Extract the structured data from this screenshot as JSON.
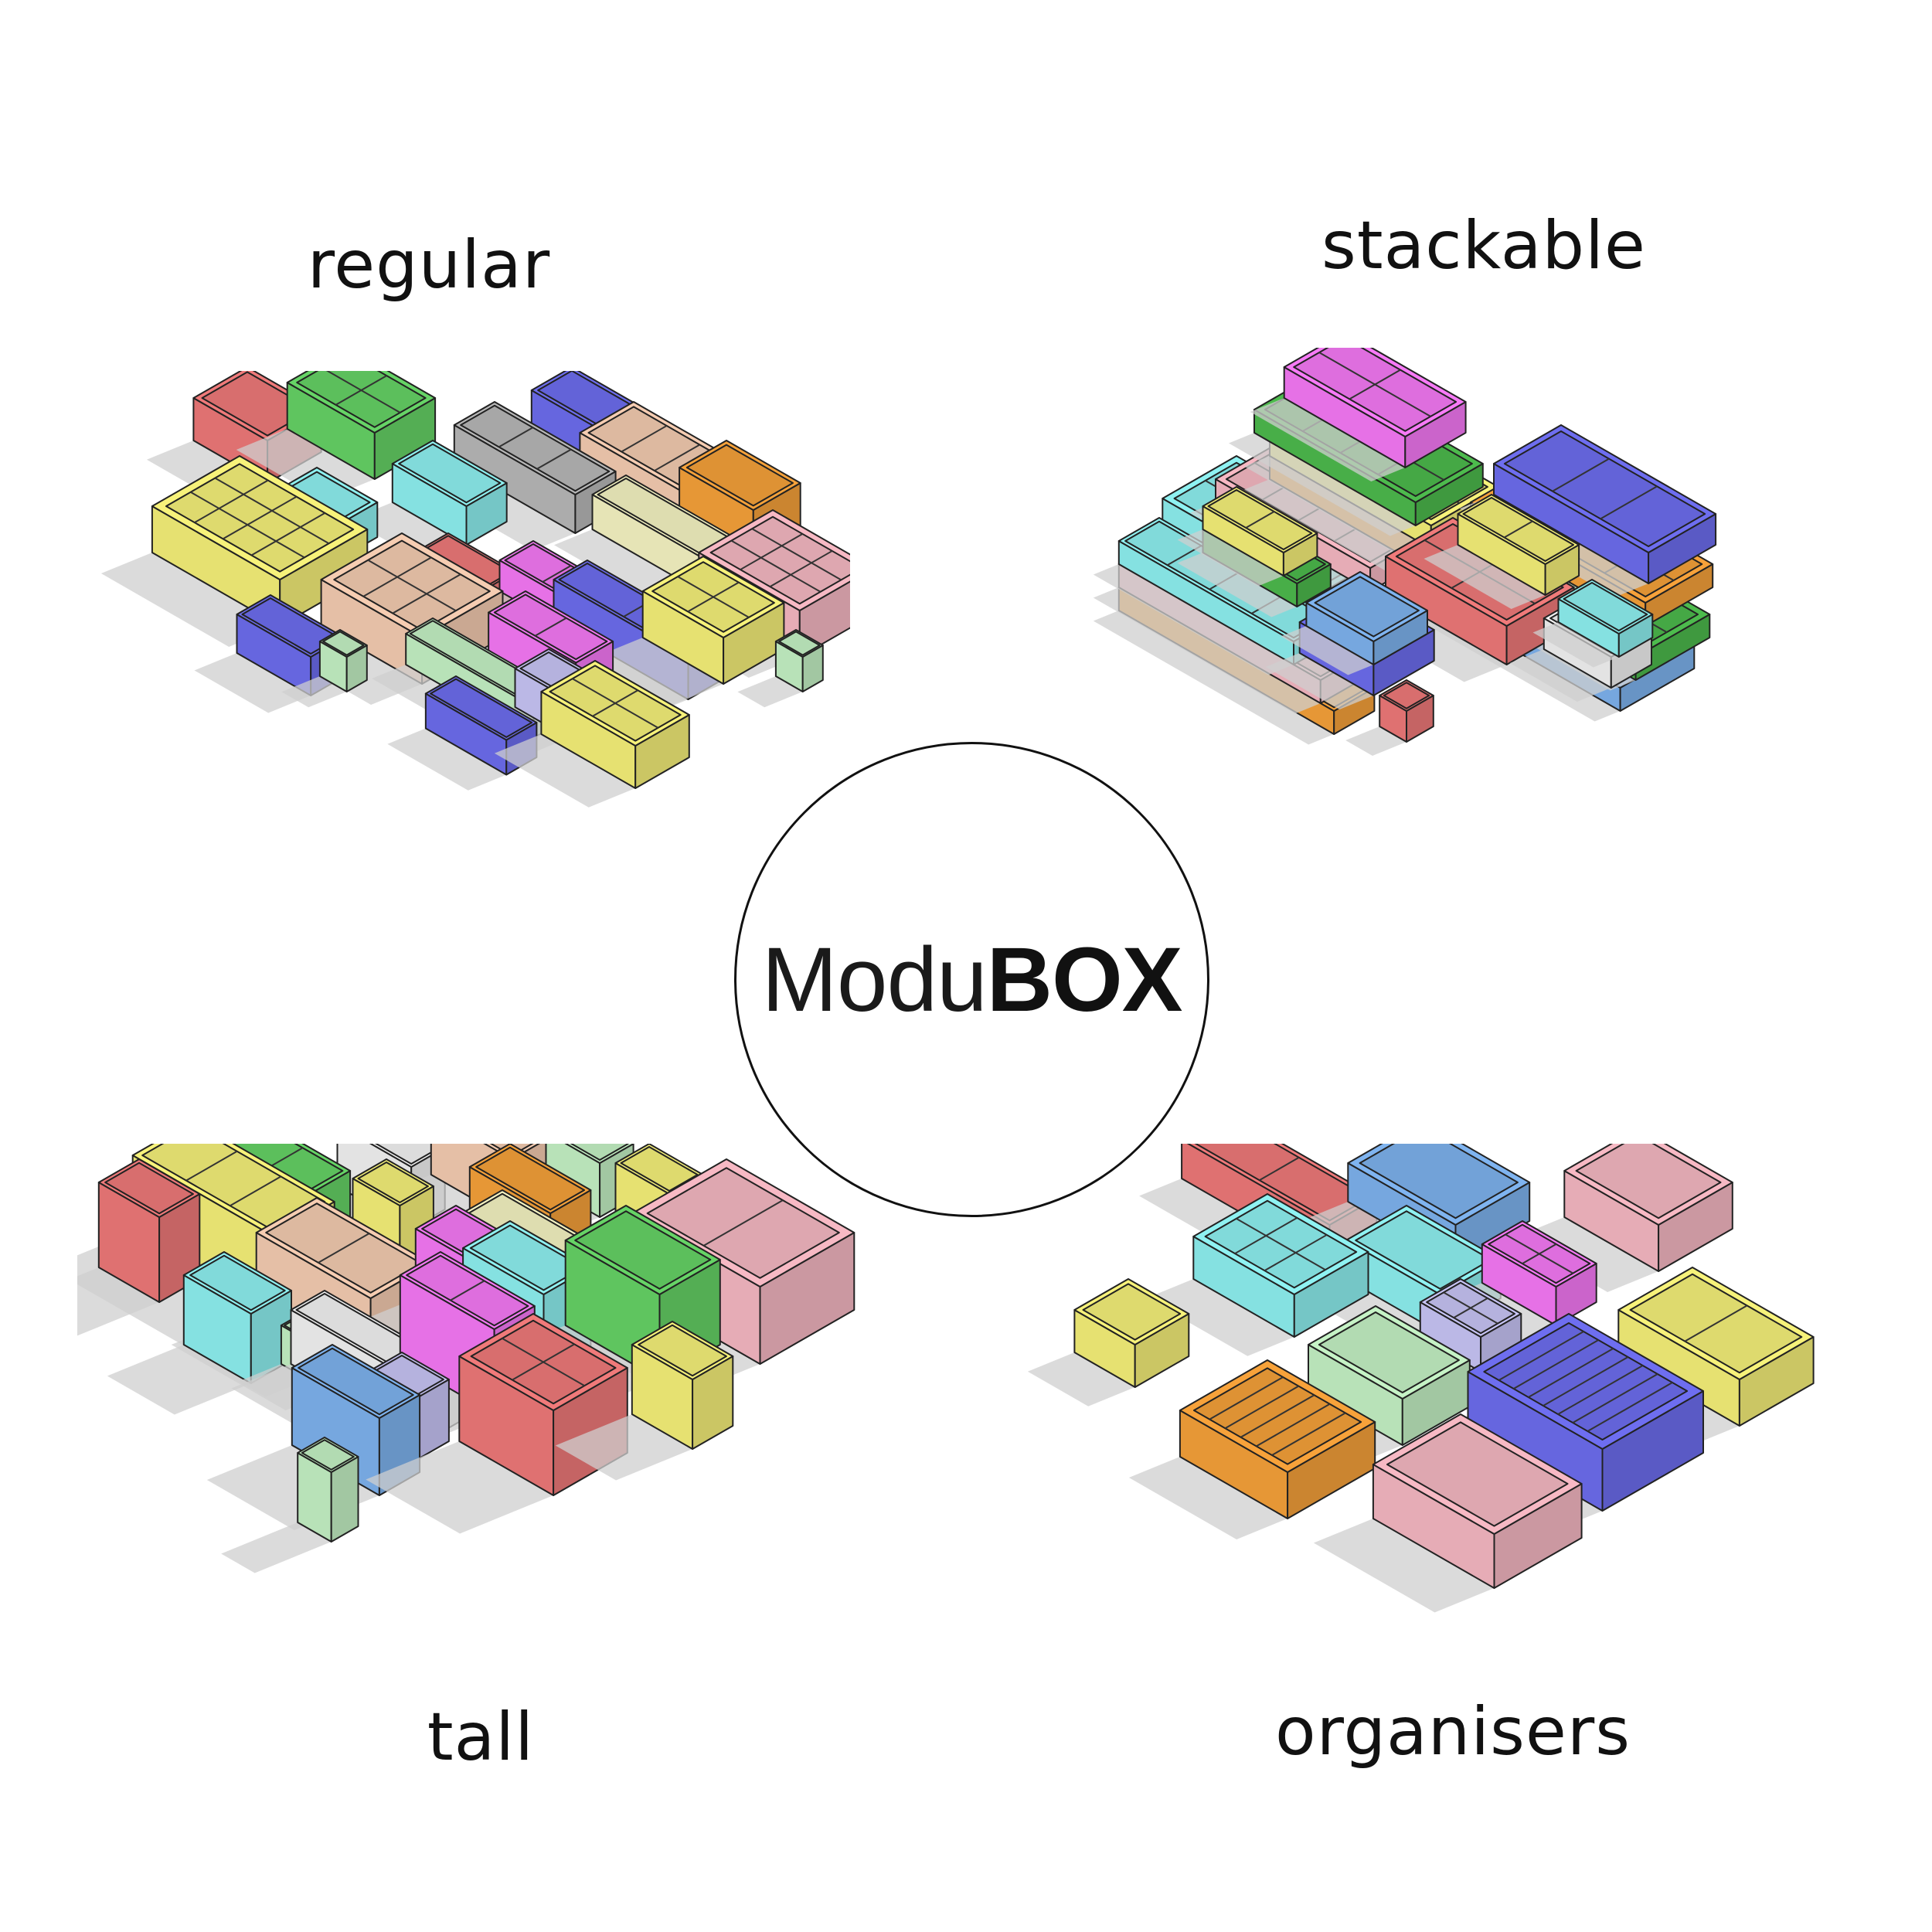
{
  "brand": {
    "name_light": "Modu",
    "name_bold": "BOX"
  },
  "sections": {
    "regular": "regular",
    "stackable": "stackable",
    "tall": "tall",
    "organisers": "organisers"
  },
  "colors": {
    "red": "#f07a7a",
    "green": "#66d466",
    "blue": "#6e6ef0",
    "peach": "#f6cdb2",
    "gray": "#b9b9b9",
    "cyan": "#8ff2f2",
    "yellow": "#f7f27a",
    "orange": "#f7a23a",
    "pink": "#f7b9c4",
    "magenta": "#f77af7",
    "mint": "#c6f3c6",
    "lavender": "#c9c6f7",
    "cream": "#f7f5c4",
    "white": "#f4f4f4",
    "skyblue": "#7fb4f0",
    "darkgreen": "#4dbb4d"
  }
}
